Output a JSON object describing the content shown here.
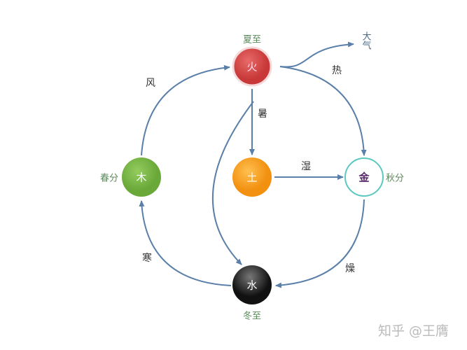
{
  "nodes": {
    "fire": {
      "label": "火",
      "season": "夏至",
      "color": "#d84848"
    },
    "wood": {
      "label": "木",
      "season": "春分",
      "color": "#7ab648"
    },
    "earth": {
      "label": "土",
      "color": "#f7a21c"
    },
    "metal": {
      "label": "金",
      "season": "秋分",
      "color": "#ffffff",
      "border": "#5cc8c0"
    },
    "water": {
      "label": "水",
      "season": "冬至",
      "color": "#2a2a2a"
    }
  },
  "edges": {
    "wood_fire": "风",
    "fire_earth": "暑",
    "earth_metal": "湿",
    "fire_metal": "热",
    "metal_water": "燥",
    "water_wood": "寒",
    "fire_atmosphere": "大气"
  },
  "arrow_color": "#5a7fa8",
  "watermark": "知乎 @王膺"
}
